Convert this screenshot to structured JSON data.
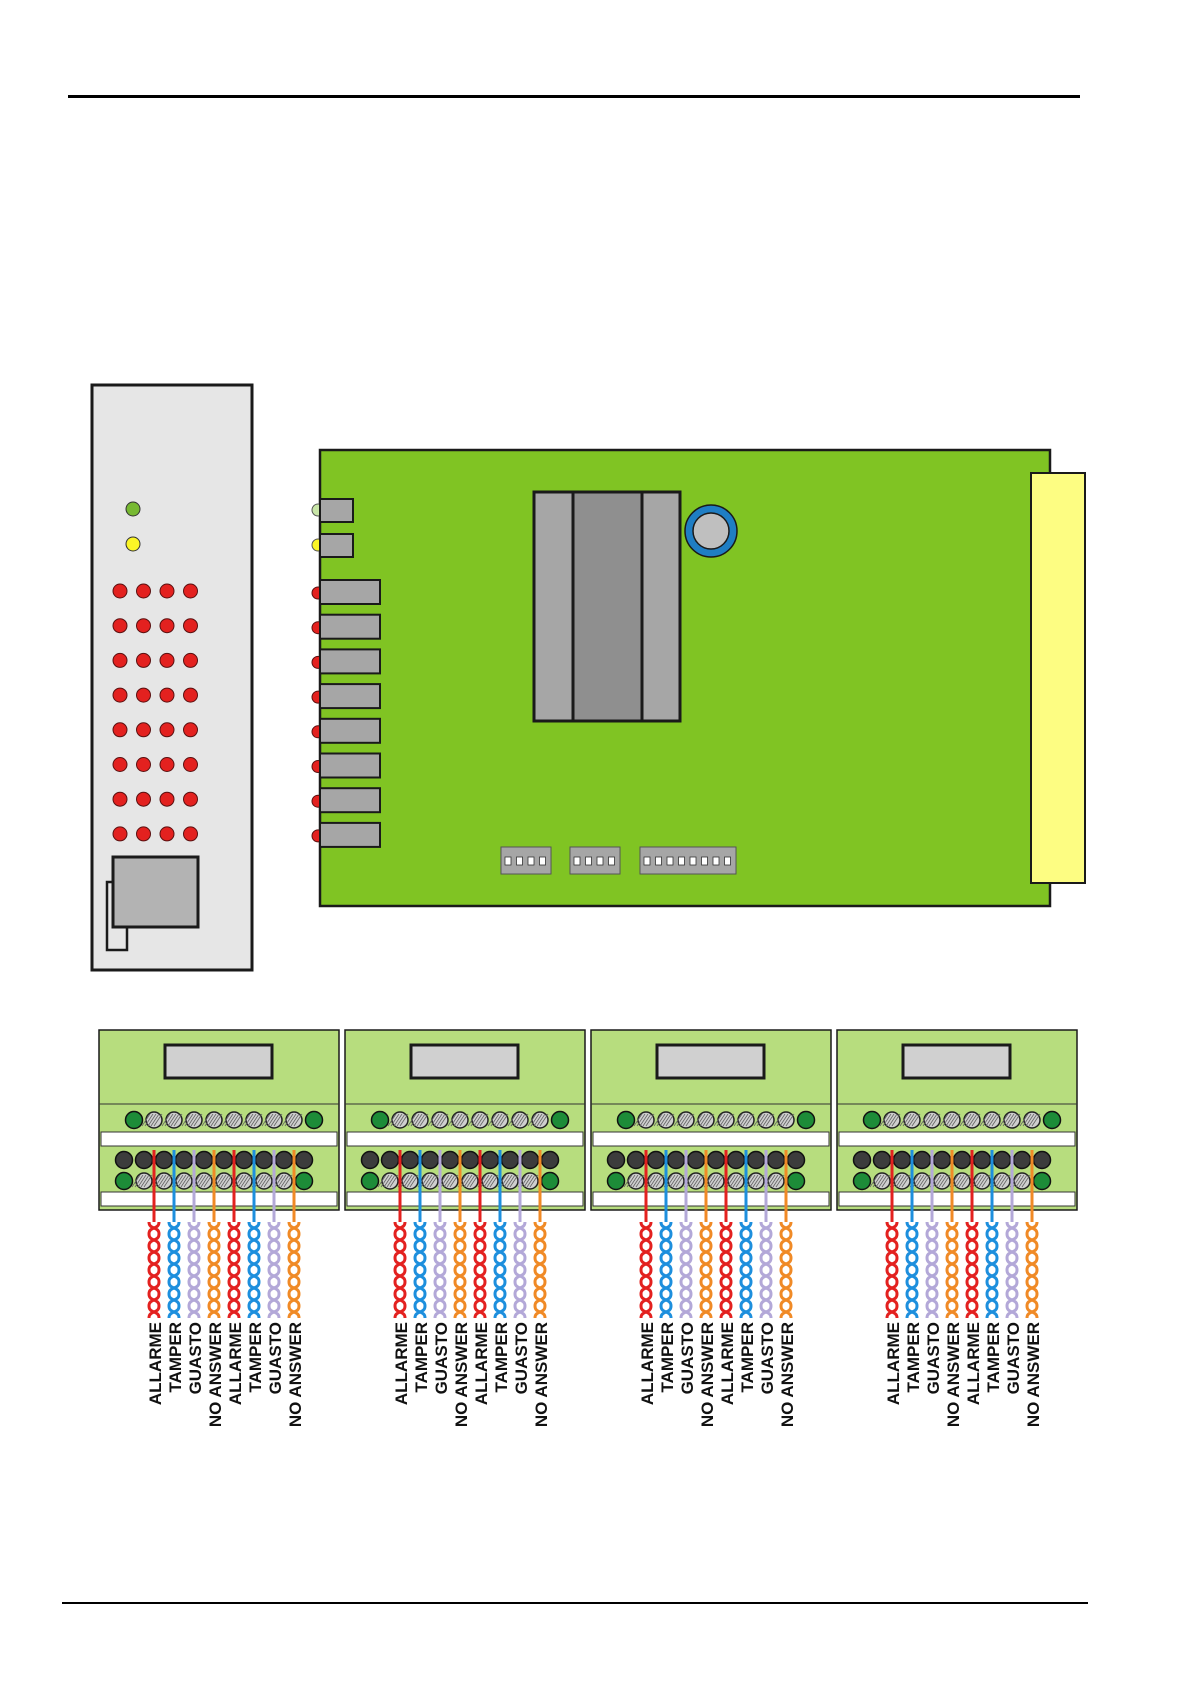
{
  "wire_labels": [
    "ALLARME",
    "TAMPER",
    "GUASTO",
    "NO ANSWER",
    "ALLARME",
    "TAMPER",
    "GUASTO",
    "NO ANSWER"
  ],
  "colors": {
    "board_green": "#80c423",
    "panel_grey": "#e6e6e6",
    "terminal_block_green": "#b7dd7e",
    "connector_yellow": "#fdfd82",
    "led_red": "#e3211f",
    "led_green": "#77b932",
    "led_yellow": "#fbf526",
    "component_grey": "#a6a6a6",
    "capacitor_blue": "#1f7ec4",
    "wire_alarm": "#e3211f",
    "wire_tamper": "#1d8fdd",
    "wire_fault": "#b3a8d8",
    "wire_no_answer": "#f08a26",
    "terminal_dark": "#3c3c3c",
    "terminal_green": "#1d8c38"
  },
  "module_wire_orders": [
    [
      "red",
      "blue",
      "lavender",
      "orange",
      "red",
      "blue",
      "lavender",
      "orange"
    ],
    [
      "red",
      "blue",
      "lavender",
      "orange",
      "red",
      "blue",
      "lavender",
      "orange"
    ],
    [
      "red",
      "blue",
      "lavender",
      "orange",
      "red",
      "blue",
      "lavender",
      "orange"
    ],
    [
      "red",
      "blue",
      "lavender",
      "orange",
      "red",
      "blue",
      "lavender",
      "orange"
    ]
  ]
}
